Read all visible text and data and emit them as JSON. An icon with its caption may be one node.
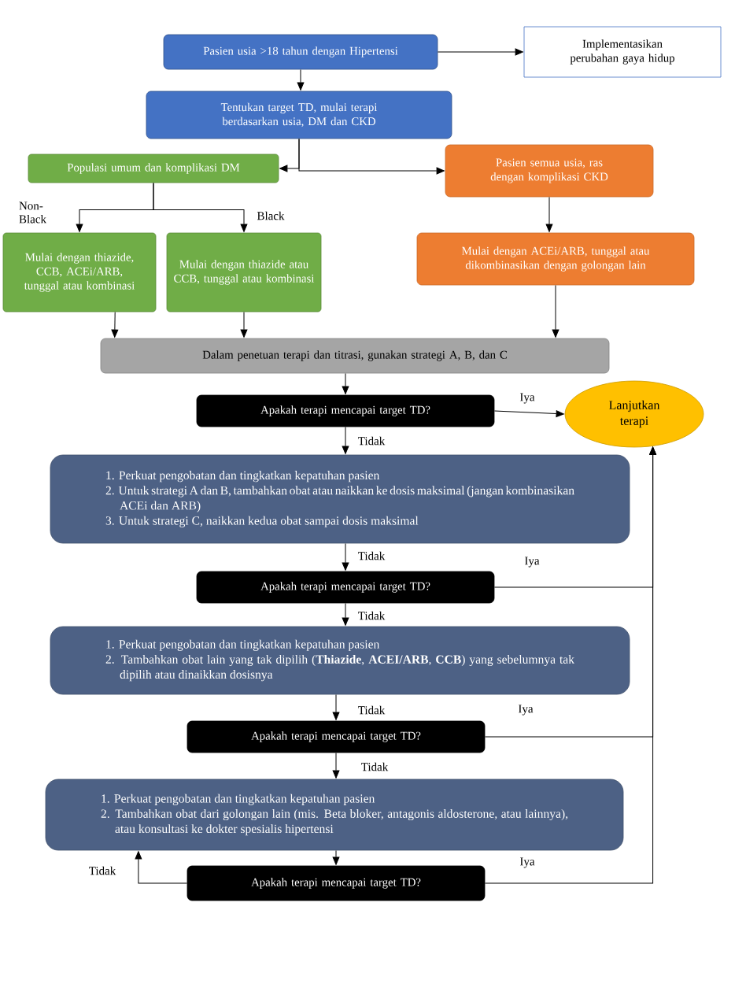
{
  "diagram": {
    "nodes": [
      {
        "text": [
          "Pasien usia >18 tahun dengan Hipertensi"
        ]
      },
      {
        "text": [
          "Implementasikan perubahan gaya hidup"
        ]
      },
      {
        "text": [
          "Tentukan target TD, mulai terapi berdasarkan usia, DM dan CKD"
        ]
      },
      {
        "text": [
          "Populasi umum dan komplikasi DM"
        ]
      },
      {
        "text": [
          "Pasien semua usia, ras dengan komplikasi CKD"
        ]
      },
      {
        "text": [
          "Mulai dengan thiazide, CCB, ACEi/ARB, tunggal atau kombinasi"
        ]
      },
      {
        "text": [
          "Mulai dengan thiazide atau CCB, tunggal atau kombinasi"
        ]
      },
      {
        "text": [
          "Mulai dengan ACEi/ARB, tunggal atau dikombinasikan dengan golongan lain"
        ]
      },
      {
        "text": [
          "Dalam penetuan terapi dan titrasi, gunakan strategi A, B, dan C"
        ]
      },
      {
        "text": [
          "Apakah terapi mencapai target TD?"
        ]
      },
      {
        "text": [
          "Lanjutkan terapi"
        ]
      },
      {
        "text": [
          "1. Perkuat pengobatan dan tingkatkan kepatuhan pasien",
          "2. Untuk strategi A dan B, tambahkan obat atau naikkan ke dosis maksimal (jangan kombinasikan ACEi dan ARB)",
          "3. Untuk strategi C, naikkan kedua obat sampai dosis maksimal"
        ]
      },
      {
        "text": [
          "Apakah terapi mencapai target TD?"
        ]
      },
      {
        "text": [
          "1. Perkuat pengobatan dan tingkatkan kepatuhan pasien",
          "2. Tambahkan obat lain yang tak dipilih (**Thiazide**, **ACEI/ARB**, **CCB**) yang sebelumnya tak dipilih atau dinaikkan dosisnya"
        ]
      },
      {
        "text": [
          "Apakah terapi mencapai target TD?"
        ]
      },
      {
        "text": [
          "1. Perkuat pengobatan dan tingkatkan kepatuhan pasien",
          "2. Tambahkan obat dari golongan lain (mis. Beta bloker, antagonis aldosterone, atau lainnya), atau konsultasi ke dokter spesialis hipertensi"
        ]
      },
      {
        "text": [
          "Apakah terapi mencapai target TD?"
        ]
      }
    ],
    "edges": [
      {
        "from": 0,
        "to": 1,
        "arrow": "to"
      },
      {
        "from": 0,
        "to": 2,
        "arrow": "to"
      },
      {
        "from": 2,
        "to": 3,
        "arrow": "to"
      },
      {
        "from": 2,
        "to": 4,
        "arrow": "to"
      },
      {
        "from": 3,
        "to": 5,
        "arrow": "to",
        "label": "Non- Black"
      },
      {
        "from": 3,
        "to": 6,
        "arrow": "to",
        "label": "Black"
      },
      {
        "from": 5,
        "to": 8,
        "arrow": "to"
      },
      {
        "from": 6,
        "to": 8,
        "arrow": "to"
      },
      {
        "from": 7,
        "to": 8,
        "arrow": "to"
      },
      {
        "from": 4,
        "to": 7,
        "arrow": "to"
      },
      {
        "from": 8,
        "to": 9,
        "arrow": "to"
      },
      {
        "from": 9,
        "to": 10,
        "arrow": "to",
        "label": "Iya"
      },
      {
        "from": 9,
        "to": 11,
        "arrow": "to",
        "label": "Tidak"
      },
      {
        "from": 11,
        "to": 12,
        "arrow": "to",
        "label": "Tidak"
      },
      {
        "from": 12,
        "to": 10,
        "arrow": "to",
        "label": "Iya"
      },
      {
        "from": 12,
        "to": 13,
        "arrow": "to",
        "label": "Tidak"
      },
      {
        "from": 13,
        "to": 14,
        "arrow": "to",
        "label": "Tidak"
      },
      {
        "from": 14,
        "to": 10,
        "arrow": "to",
        "label": "Iya"
      },
      {
        "from": 14,
        "to": 15,
        "arrow": "to",
        "label": "Tidak"
      },
      {
        "from": 15,
        "to": 16,
        "arrow": "to"
      },
      {
        "from": 16,
        "to": 15,
        "arrow": "to",
        "label": "Tidak"
      },
      {
        "from": 16,
        "to": 10,
        "arrow": "to",
        "label": "Iya"
      }
    ]
  }
}
